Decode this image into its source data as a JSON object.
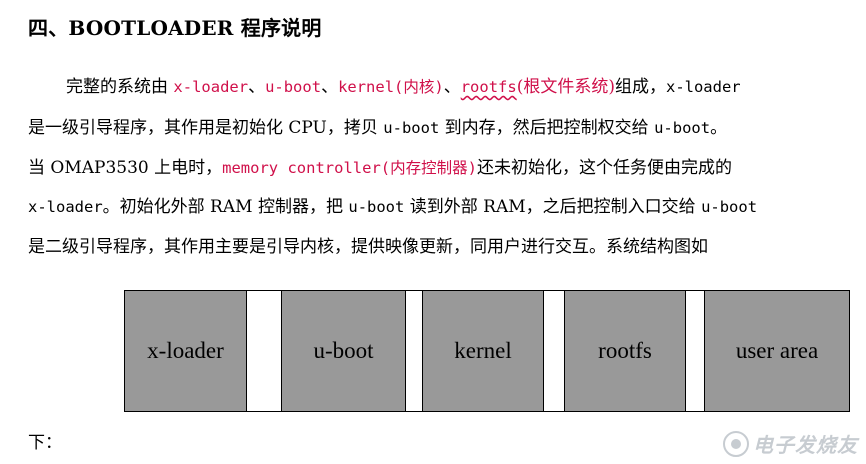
{
  "heading": "四、BOOTLOADER 程序说明",
  "paragraph": {
    "line1": {
      "indent": "完整的系统由 ",
      "xloader": "x-loader",
      "sep1": "、",
      "uboot": "u-boot",
      "sep2": "、",
      "kernel": "kernel(内核)",
      "sep3": "、",
      "rootfs": "rootfs",
      "rootfs_note": "(根文件系统)",
      "tail": "组成，",
      "xloader2": "x-loader"
    },
    "line2": {
      "part1": "是一级引导程序，其作用是初始化 CPU，拷贝 ",
      "uboot": "u-boot",
      "part2": " 到内存，然后把控制权交给 ",
      "uboot2": "u-boot",
      "part3": "。"
    },
    "line3": {
      "part1": "当 OMAP3530 上电时，",
      "memctl": "memory controller(内存控制器)",
      "part2": "还未初始化，这个任务便由完成的"
    },
    "line4": {
      "xloader": "x-loader",
      "part1": "。初始化外部 RAM 控制器，把 ",
      "uboot": "u-boot",
      "part2": " 读到外部 RAM，之后把控制入口交给 ",
      "uboot2": "u-boot"
    },
    "line5": {
      "text": "是二级引导程序，其作用主要是引导内核，提供映像更新，同用户进行交互。系统结构图如"
    },
    "line6": {
      "text": "下："
    }
  },
  "diagram": {
    "blocks": [
      "x-loader",
      "u-boot",
      "kernel",
      "rootfs",
      "user area"
    ],
    "block_color": "#999999"
  },
  "watermark": {
    "text": "电子发烧友",
    "icon": "watermark-logo-icon"
  },
  "colors": {
    "highlight": "#d0104a"
  }
}
